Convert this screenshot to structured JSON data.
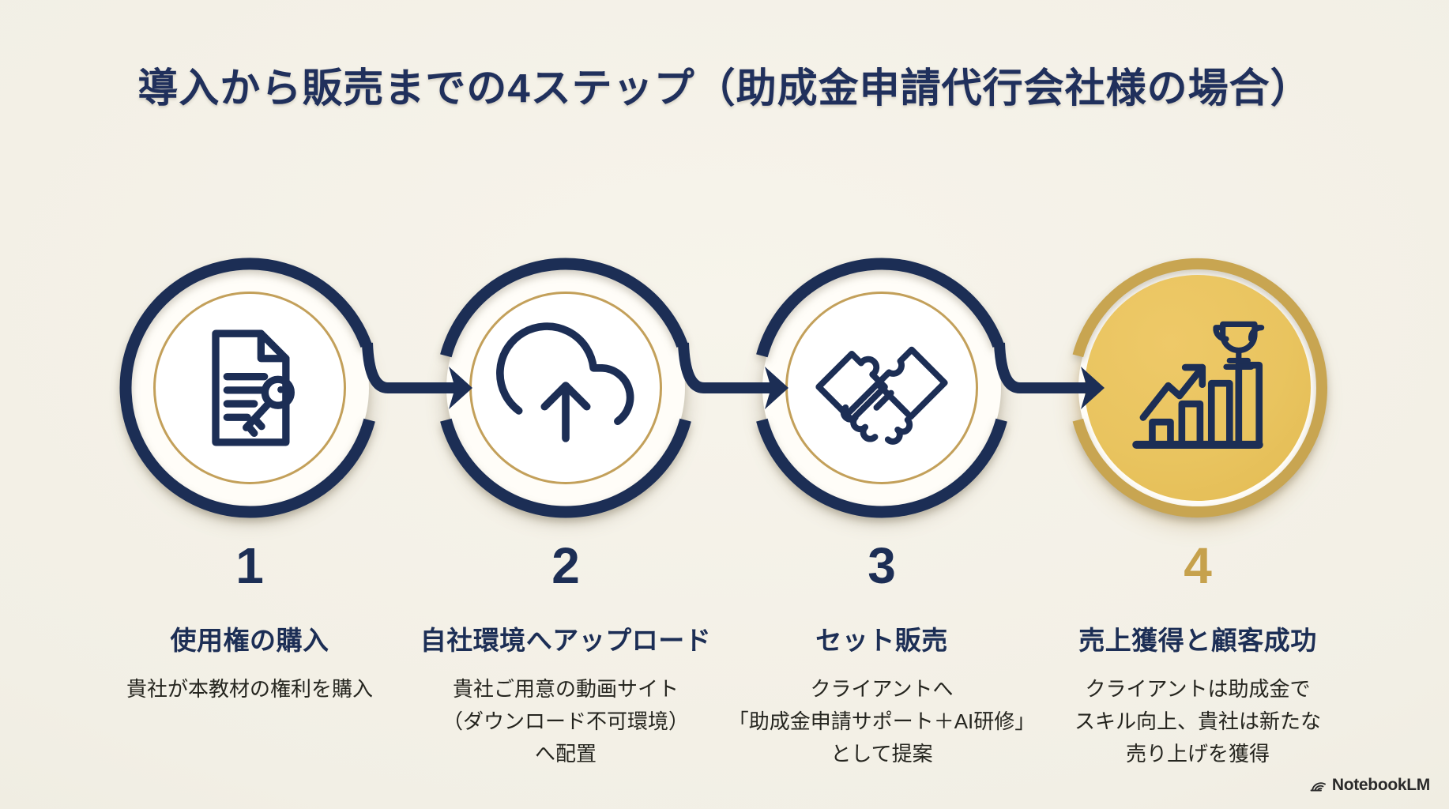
{
  "title": "導入から販売までの4ステップ（助成金申請代行会社様の場合）",
  "colors": {
    "navy": "#1c2e55",
    "gold_ring": "#c3a05a",
    "gold_fill": "#e9c45f",
    "gold_number": "#c6a14c",
    "background": "#f2efe5",
    "description_text": "#25251f"
  },
  "steps": [
    {
      "number": "1",
      "icon": "document-key-icon",
      "title": "使用権の購入",
      "description": "貴社が本教材の権利を購入"
    },
    {
      "number": "2",
      "icon": "cloud-upload-icon",
      "title": "自社環境へアップロード",
      "description": "貴社ご用意の動画サイト\n（ダウンロード不可環境）\nへ配置"
    },
    {
      "number": "3",
      "icon": "handshake-puzzle-icon",
      "title": "セット販売",
      "description": "クライアントへ\n「助成金申請サポート＋AI研修」\nとして提案"
    },
    {
      "number": "4",
      "icon": "growth-chart-trophy-icon",
      "title": "売上獲得と顧客成功",
      "description": "クライアントは助成金で\nスキル向上、貴社は新たな\n売り上げを獲得"
    }
  ],
  "footer": {
    "brand": "NotebookLM"
  }
}
